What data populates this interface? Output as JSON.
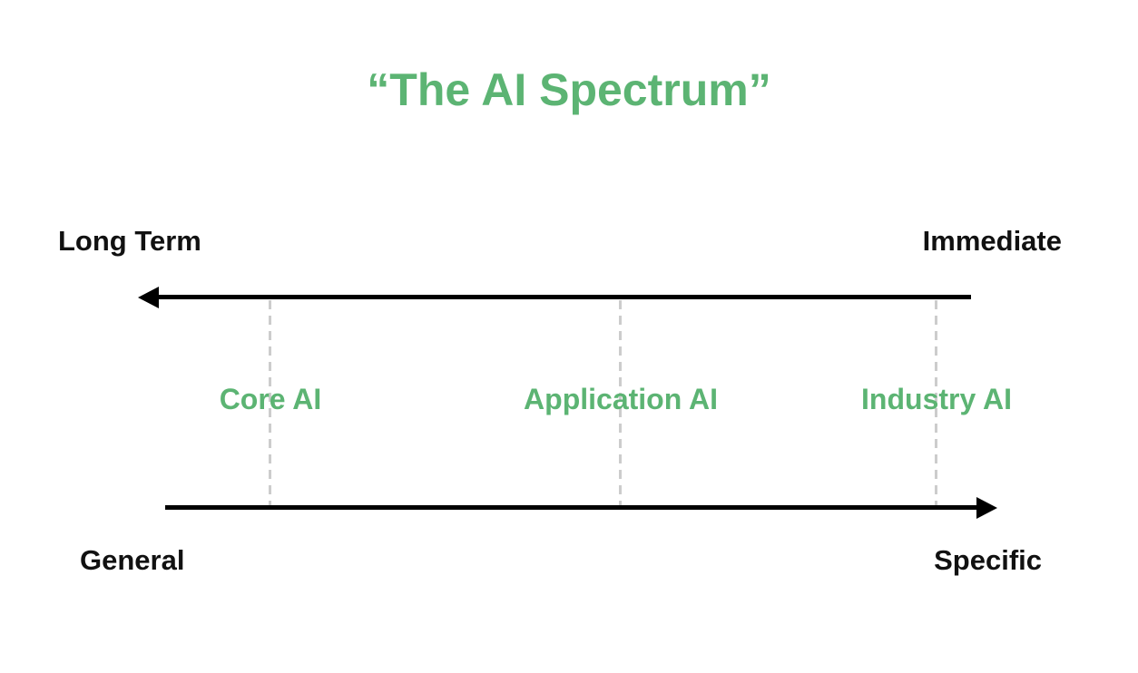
{
  "title": "“The AI Spectrum”",
  "colors": {
    "accent_green": "#5CB473",
    "text_black": "#111111",
    "dash_gray": "#CCCCCC",
    "arrow_black": "#000000",
    "background": "#FFFFFF"
  },
  "top_axis": {
    "left_label": "Long Term",
    "right_label": "Immediate",
    "arrow_direction": "left"
  },
  "bottom_axis": {
    "left_label": "General",
    "right_label": "Specific",
    "arrow_direction": "right"
  },
  "categories": [
    {
      "label": "Core AI"
    },
    {
      "label": "Application AI"
    },
    {
      "label": "Industry AI"
    }
  ]
}
